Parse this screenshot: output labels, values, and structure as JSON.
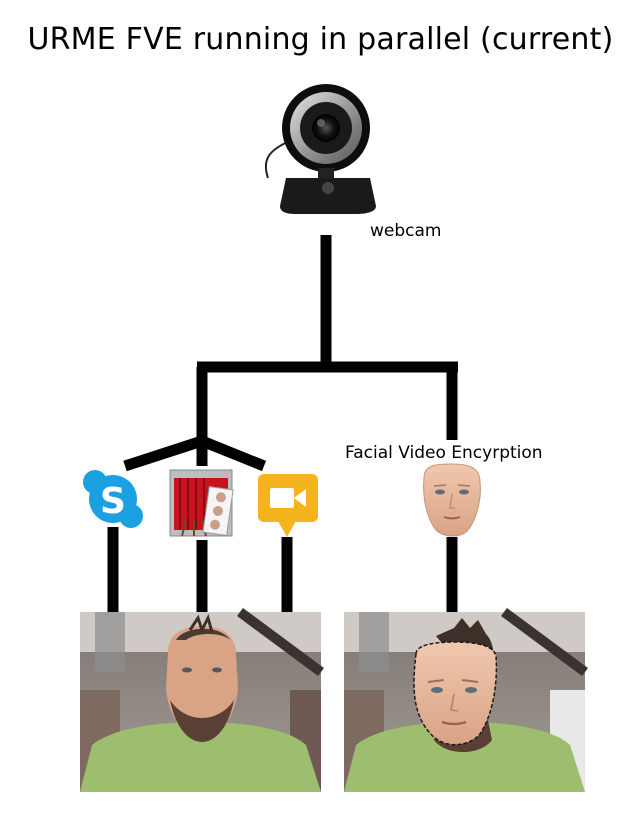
{
  "title": "URME FVE running in parallel (current)",
  "labels": {
    "webcam": "webcam",
    "fve": "Facial Video Encyrption"
  },
  "icons": [
    {
      "name": "skype-icon"
    },
    {
      "name": "photo-booth-icon"
    },
    {
      "name": "google-hangouts-icon"
    },
    {
      "name": "face-mask-icon"
    }
  ],
  "colors": {
    "line": "#000000",
    "skype": "#1BA1E2",
    "hangouts": "#F5B31E",
    "curtain": "#C8121E",
    "shirt": "#9DBE6E"
  }
}
